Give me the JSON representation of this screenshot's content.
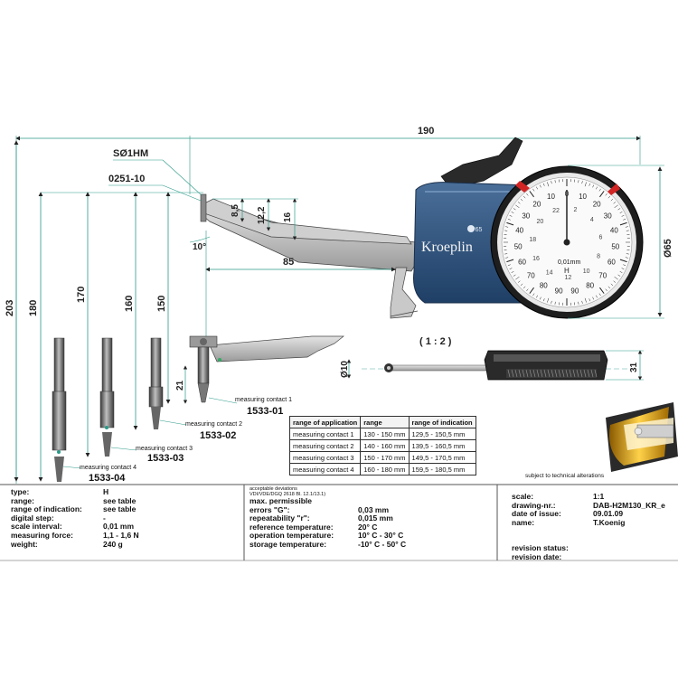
{
  "dimensions": {
    "total_length": "190",
    "ball_tip": "SØ1HM",
    "tip_part": "0251-10",
    "d_8_5": "8,5",
    "d_12_2": "12,2",
    "d_16": "16",
    "angle": "10°",
    "d_85": "85",
    "dial_dia": "Ø65",
    "h_203": "203",
    "h_180": "180",
    "h_170": "170",
    "h_160": "160",
    "h_150": "150",
    "h_21": "21",
    "tip_dia": "Ø10",
    "depth_31": "31",
    "scale_view": "( 1 : 2 )"
  },
  "gauge": {
    "brand": "Kroeplin",
    "badge": "IP65",
    "dial_unit": "0,01mm",
    "dial_numbers_outer": [
      "0",
      "10",
      "20",
      "30",
      "40",
      "50",
      "60",
      "70",
      "80",
      "90",
      "90",
      "80",
      "70",
      "60",
      "50",
      "40",
      "30",
      "20",
      "10"
    ],
    "dial_numbers_inner": [
      "2",
      "4",
      "6",
      "8",
      "10",
      "12",
      "14",
      "16",
      "18",
      "20",
      "22"
    ],
    "dial_letter": "H"
  },
  "contacts": [
    {
      "label": "measuring contact 1",
      "part": "1533-01"
    },
    {
      "label": "measuring contact 2",
      "part": "1533-02"
    },
    {
      "label": "measuring contact 3",
      "part": "1533-03"
    },
    {
      "label": "measuring contact 4",
      "part": "1533-04"
    }
  ],
  "range_table": {
    "headers": [
      "range of application",
      "range",
      "range of indication"
    ],
    "rows": [
      [
        "measuring contact 1",
        "130 - 150 mm",
        "129,5 - 150,5 mm"
      ],
      [
        "measuring contact 2",
        "140 - 160 mm",
        "139,5 - 160,5 mm"
      ],
      [
        "measuring contact 3",
        "150 - 170 mm",
        "149,5 - 170,5 mm"
      ],
      [
        "measuring contact 4",
        "160 - 180 mm",
        "159,5 - 180,5 mm"
      ]
    ]
  },
  "subject_note": "subject to technical alterations",
  "specs": {
    "type_label": "type:",
    "type": "H",
    "range_label": "range:",
    "range": "see table",
    "indication_label": "range of indication:",
    "indication": "see table",
    "digital_label": "digital step:",
    "digital": "-",
    "interval_label": "scale interval:",
    "interval": "0,01 mm",
    "force_label": "measuring force:",
    "force": "1,1 - 1,6 N",
    "weight_label": "weight:",
    "weight": "240 g"
  },
  "deviations": {
    "header1": "acceptable deviations",
    "header2": "VDI/VDE/DGQ 2618 Bl. 12.1/13.1)",
    "max_label": "max. permissible",
    "errors_label": "errors \"G\":",
    "errors": "0,03 mm",
    "repeat_label": "repeatability \"r\":",
    "repeat": "0,015 mm",
    "ref_temp_label": "reference temperature:",
    "ref_temp": "20° C",
    "op_temp_label": "operation temperature:",
    "op_temp": "10° C - 30° C",
    "storage_label": "storage temperature:",
    "storage": "-10° C - 50° C"
  },
  "doc": {
    "scale_label": "scale:",
    "scale": "1:1",
    "drawing_label": "drawing-nr.:",
    "drawing": "DAB-H2M130_KR_e",
    "issue_label": "date of issue:",
    "issue": "09.01.09",
    "name_label": "name:",
    "name": "T.Koenig",
    "rev_status_label": "revision status:",
    "rev_date_label": "revision date:"
  }
}
